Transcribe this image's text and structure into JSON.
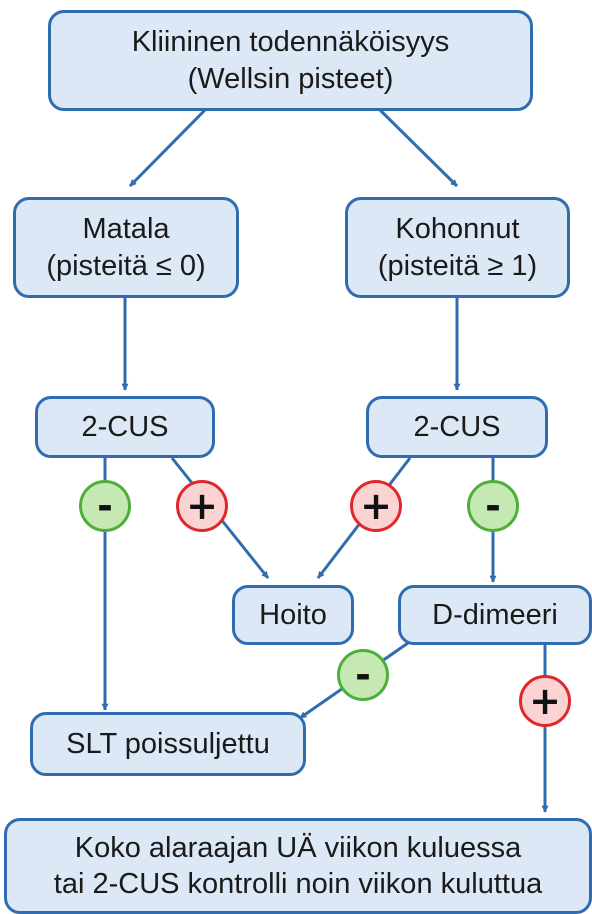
{
  "nodes": {
    "clinical_probability": "Kliininen todennäköisyys\n(Wellsin pisteet)",
    "low": "Matala\n(pisteitä ≤ 0)",
    "elevated": "Kohonnut\n(pisteitä ≥ 1)",
    "cus_left": "2-CUS",
    "cus_right": "2-CUS",
    "treatment": "Hoito",
    "d_dimer": "D-dimeeri",
    "dvt_excluded": "SLT poissuljettu",
    "full_ultrasound": "Koko alaraajan UÄ viikon kuluessa\ntai 2-CUS kontrolli noin viikon kuluttua"
  },
  "signs": {
    "negative": "-",
    "positive": "+"
  },
  "colors": {
    "node_fill": "#dde8f6",
    "node_border": "#2f6db0",
    "arrow": "#2f6db0",
    "negative_fill": "#c6e8b2",
    "negative_border": "#4caf3a",
    "positive_fill": "#fbd3d3",
    "positive_border": "#e0282a"
  }
}
